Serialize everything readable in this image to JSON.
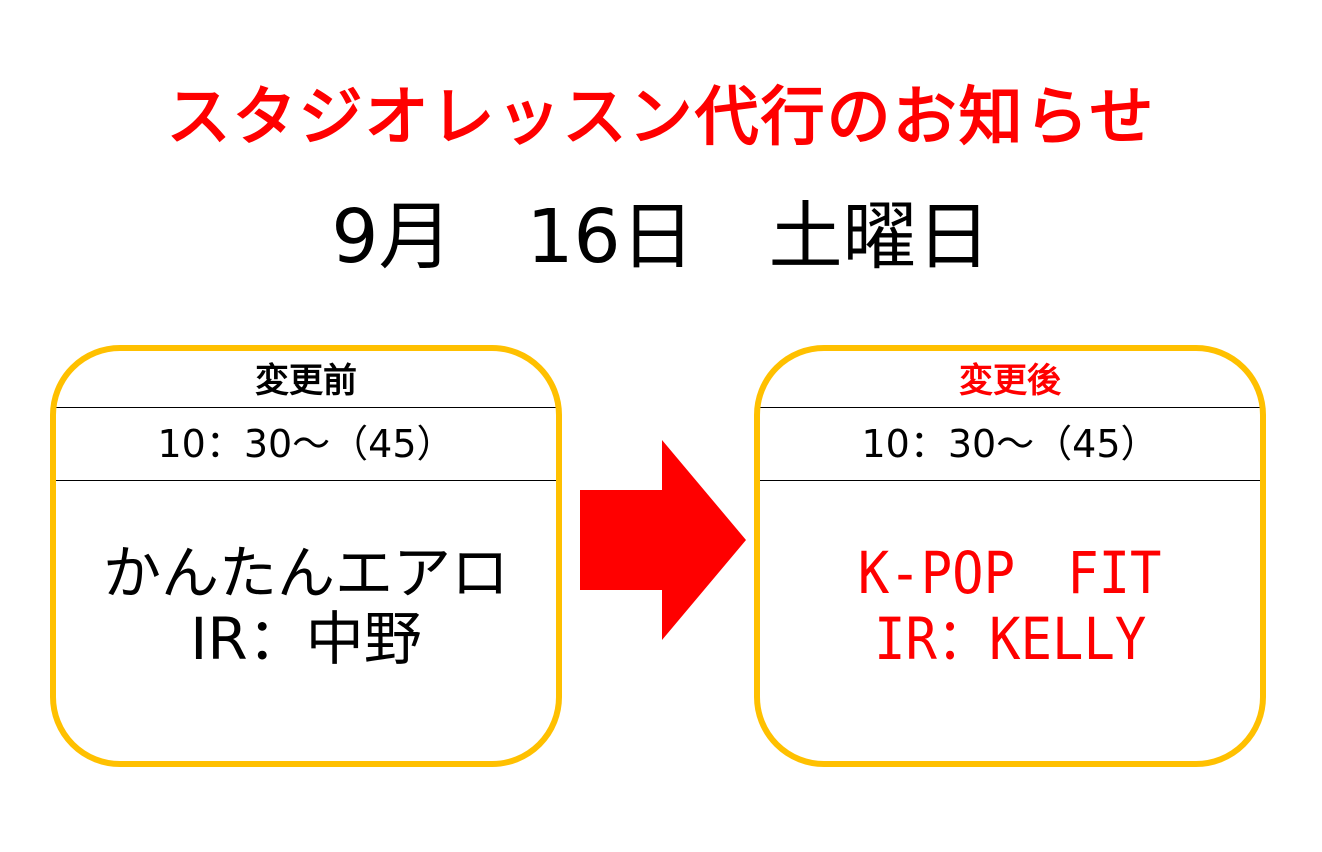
{
  "title": "スタジオレッスン代行のお知らせ",
  "date": "9月　16日　土曜日",
  "colors": {
    "accent_red": "#ff0000",
    "card_border": "#ffc000",
    "text": "#000000"
  },
  "before": {
    "header": "変更前",
    "time": "10：30～（45）",
    "lesson": "かんたんエアロ",
    "instructor": "IR：中野"
  },
  "after": {
    "header": "変更後",
    "time": "10：30～（45）",
    "lesson": "K-POP　FIT",
    "instructor": "IR：KELLY"
  },
  "arrow_icon": "arrow-right-icon"
}
